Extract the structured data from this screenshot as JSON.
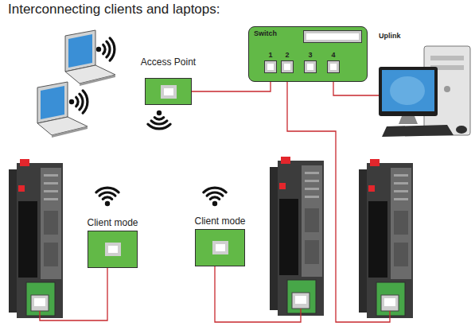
{
  "diagram": {
    "title": "Interconnecting clients and laptops:",
    "nodes": [
      {
        "text": [
          "Access Point"
        ]
      },
      {
        "text": [
          "Switch"
        ]
      },
      {
        "text": [
          "Uplink"
        ],
        "in": 1
      },
      {
        "text": [
          "1"
        ],
        "in": 1
      },
      {
        "text": [
          "2"
        ],
        "in": 1
      },
      {
        "text": [
          "3"
        ],
        "in": 1
      },
      {
        "text": [
          "4"
        ],
        "in": 1
      },
      {
        "text": [
          "Client mode"
        ]
      },
      {
        "text": [
          "Client mode"
        ]
      }
    ],
    "edges": [
      {
        "from": 0,
        "to": 3,
        "arrow": "none"
      }
    ]
  }
}
